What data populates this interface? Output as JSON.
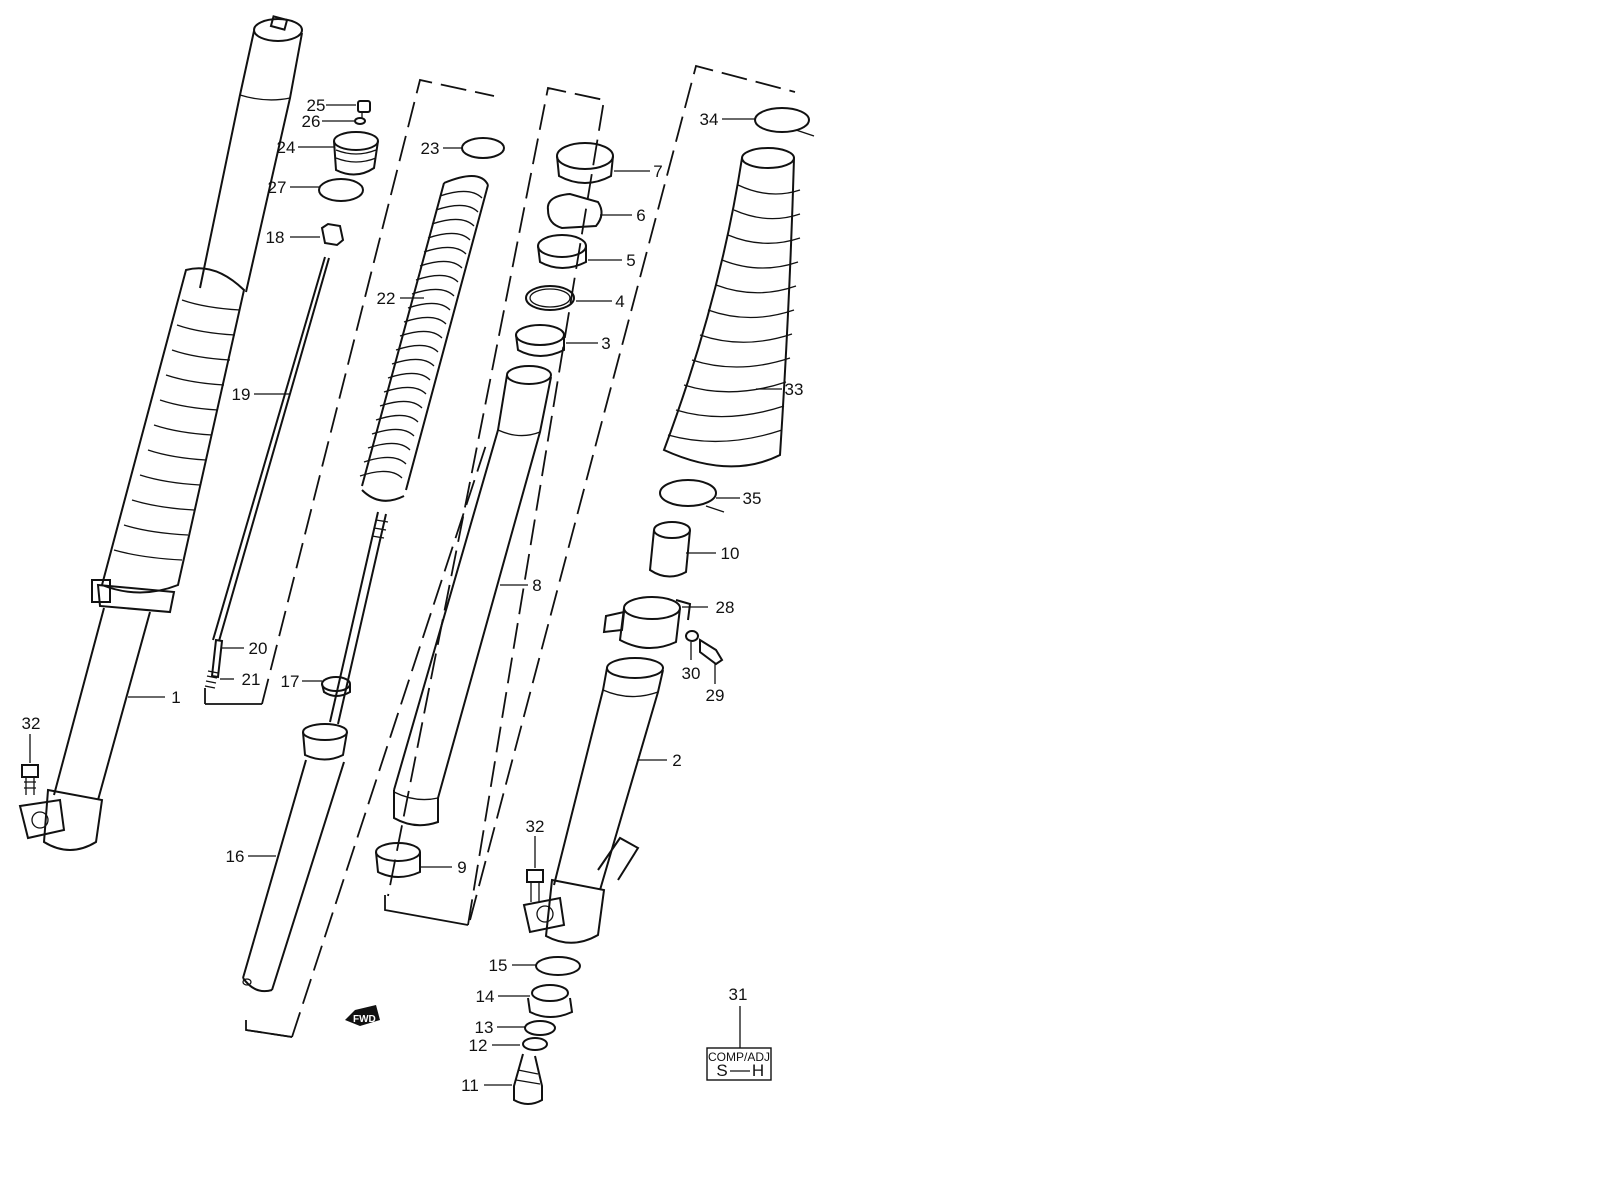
{
  "callouts": {
    "c1": "1",
    "c2": "2",
    "c3": "3",
    "c4": "4",
    "c5": "5",
    "c6": "6",
    "c7": "7",
    "c8": "8",
    "c9": "9",
    "c10": "10",
    "c11": "11",
    "c12": "12",
    "c13": "13",
    "c14": "14",
    "c15": "15",
    "c16": "16",
    "c17": "17",
    "c18": "18",
    "c19": "19",
    "c20": "20",
    "c21": "21",
    "c22": "22",
    "c23": "23",
    "c24": "24",
    "c25": "25",
    "c26": "26",
    "c27": "27",
    "c28": "28",
    "c29": "29",
    "c30": "30",
    "c31": "31",
    "c32a": "32",
    "c32b": "32",
    "c33": "33",
    "c34": "34",
    "c35": "35"
  },
  "adjuster_box": {
    "line1": "COMP/ADJ",
    "line2_left": "S",
    "line2_right": "H"
  },
  "direction_badge": "FWD"
}
